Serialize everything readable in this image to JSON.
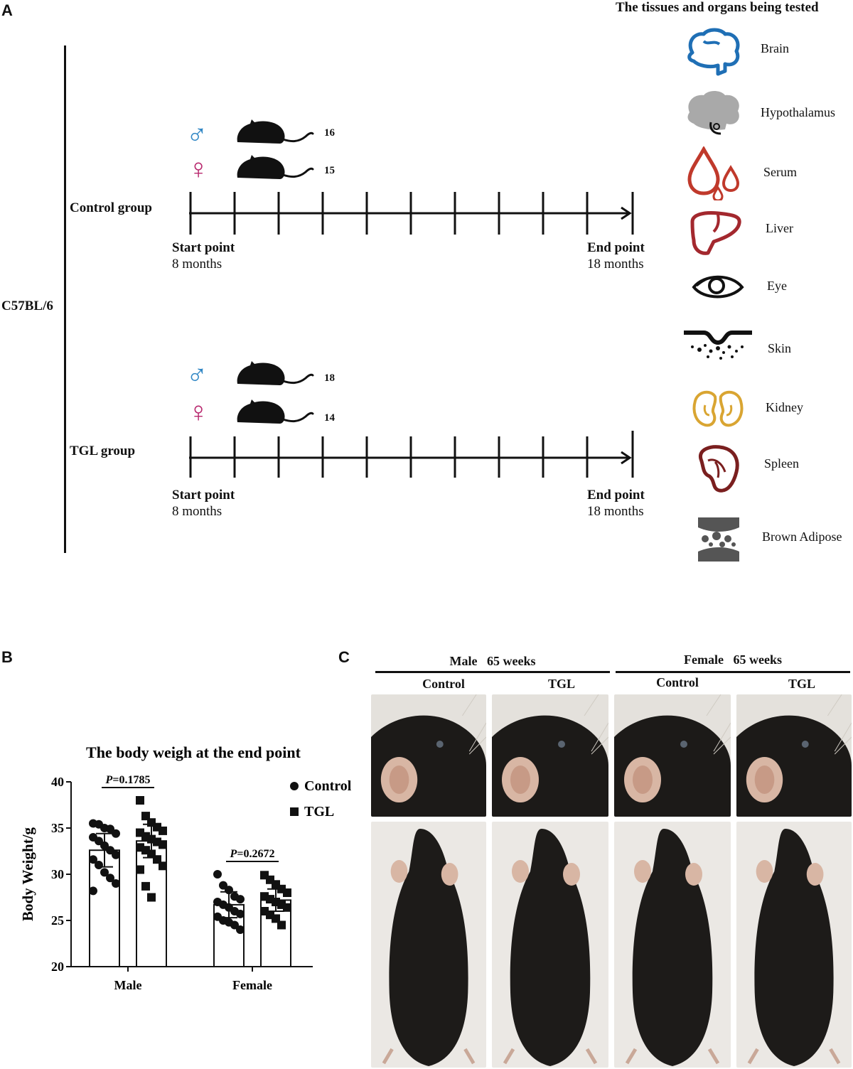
{
  "panel_a": {
    "letter": "A",
    "strain": "C57BL/6",
    "tissues_title": "The tissues and organs being tested",
    "groups": [
      {
        "name": "Control group",
        "male_n": "16",
        "female_n": "15",
        "start_label": "Start point",
        "start_value": "8 months",
        "end_label": "End point",
        "end_value": "18 months"
      },
      {
        "name": "TGL group",
        "male_n": "18",
        "female_n": "14",
        "start_label": "Start point",
        "start_value": "8 months",
        "end_label": "End point",
        "end_value": "18 months"
      }
    ],
    "sex_symbols": {
      "male": "♂",
      "female": "♀"
    },
    "colors": {
      "male": "#2f86c4",
      "female": "#b8286e"
    },
    "tissues": [
      {
        "label": "Brain",
        "icon": "brain-icon",
        "color": "#1f6fb5"
      },
      {
        "label": "Hypothalamus",
        "icon": "hypothalamus-icon",
        "color": "#a9a9a9"
      },
      {
        "label": "Serum",
        "icon": "serum-drops-icon",
        "color": "#c0392b"
      },
      {
        "label": "Liver",
        "icon": "liver-icon",
        "color": "#a3282e"
      },
      {
        "label": "Eye",
        "icon": "eye-icon",
        "color": "#111111"
      },
      {
        "label": "Skin",
        "icon": "skin-icon",
        "color": "#111111"
      },
      {
        "label": "Kidney",
        "icon": "kidney-icon",
        "color": "#d9a532"
      },
      {
        "label": "Spleen",
        "icon": "spleen-icon",
        "color": "#7a1f1f"
      },
      {
        "label": "Brown Adipose",
        "icon": "brown-adipose-icon",
        "color": "#555555"
      }
    ]
  },
  "panel_b": {
    "letter": "B",
    "chart_data": {
      "type": "bar",
      "title": "The body weigh at the end point",
      "ylabel": "Body Weight/g",
      "xlabel": "",
      "ylim": [
        20,
        40
      ],
      "yticks": [
        20,
        25,
        30,
        35,
        40
      ],
      "categories": [
        "Male",
        "Female"
      ],
      "legend_position": "top-right",
      "series": [
        {
          "name": "Control",
          "marker": "circle",
          "values": [
            32.6,
            26.7
          ],
          "sd": [
            1.8,
            1.4
          ],
          "points": [
            [
              35.5,
              35.4,
              35.0,
              34.9,
              34.4,
              34.0,
              33.6,
              33.1,
              32.6,
              32.1,
              31.6,
              31.0,
              30.2,
              29.6,
              29.0,
              28.2
            ],
            [
              30.0,
              28.8,
              28.3,
              27.6,
              27.3,
              27.0,
              26.7,
              26.4,
              26.0,
              25.7,
              25.4,
              25.0,
              24.8,
              24.5,
              24.0
            ]
          ]
        },
        {
          "name": "TGL",
          "marker": "square",
          "values": [
            33.6,
            27.2
          ],
          "sd": [
            1.8,
            1.2
          ],
          "points": [
            [
              38.0,
              36.3,
              35.6,
              35.1,
              34.7,
              34.5,
              34.1,
              33.8,
              33.5,
              33.2,
              32.9,
              32.6,
              32.2,
              31.6,
              30.9,
              30.5,
              28.7,
              27.5
            ],
            [
              29.9,
              29.4,
              28.9,
              28.4,
              28.0,
              27.6,
              27.3,
              27.0,
              26.7,
              26.4,
              26.0,
              25.6,
              25.2,
              24.5
            ]
          ]
        }
      ],
      "annotations": [
        {
          "category": "Male",
          "text": "P=0.1785",
          "italic_prefix": "P",
          "rest": "=0.1785"
        },
        {
          "category": "Female",
          "text": "P=0.2672",
          "italic_prefix": "P",
          "rest": "=0.2672"
        }
      ]
    }
  },
  "panel_c": {
    "letter": "C",
    "groups": [
      {
        "title_sex": "Male",
        "title_age": "65 weeks",
        "columns": [
          "Control",
          "TGL"
        ]
      },
      {
        "title_sex": "Female",
        "title_age": "65 weeks",
        "columns": [
          "Control",
          "TGL"
        ]
      }
    ]
  }
}
